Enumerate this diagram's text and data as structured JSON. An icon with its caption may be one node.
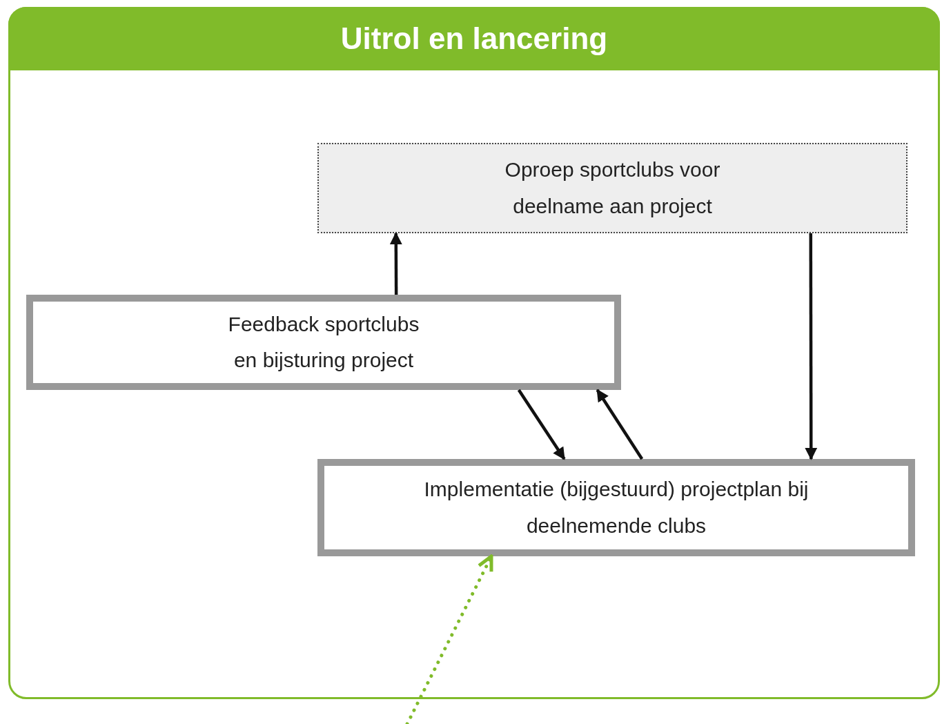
{
  "diagram": {
    "nodes": [
      {
        "text": [
          "Uitrol en lancering"
        ]
      },
      {
        "text": [
          "Oproep sportclubs voor deelname aan project"
        ],
        "in": 0
      },
      {
        "text": [
          "Feedback sportclubs en bijsturing project"
        ],
        "in": 0
      },
      {
        "text": [
          "Implementatie (bijgestuurd) projectplan bij deelnemende clubs"
        ],
        "in": 0
      }
    ],
    "edges": [
      {
        "from": 2,
        "to": 1,
        "arrow": "to"
      },
      {
        "from": 1,
        "to": 3,
        "arrow": "to"
      },
      {
        "from": 2,
        "to": 3,
        "arrow": "to"
      },
      {
        "from": 3,
        "to": 2,
        "arrow": "to"
      },
      {
        "from": null,
        "to": 3,
        "arrow": "to",
        "style": "dashed",
        "color": "#80bb2a"
      }
    ]
  }
}
